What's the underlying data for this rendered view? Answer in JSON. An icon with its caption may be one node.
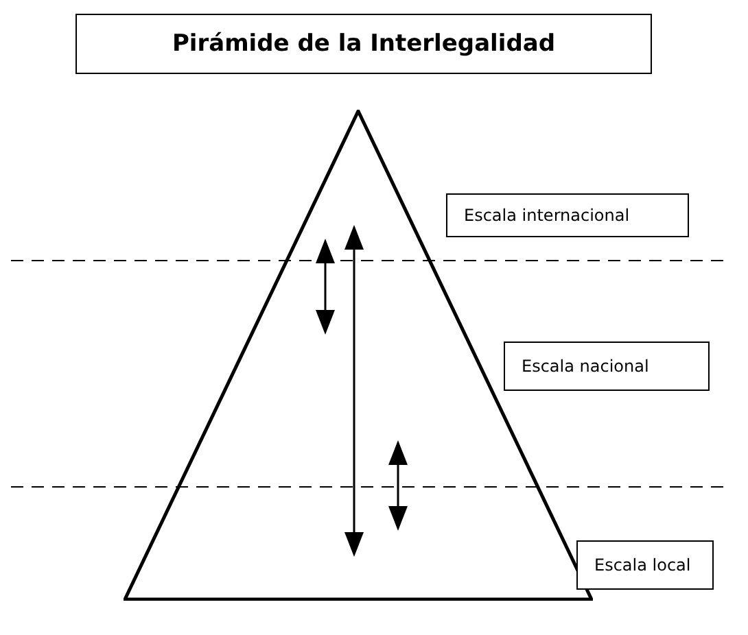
{
  "diagram": {
    "title": "Pirámide de la Interlegalidad",
    "nodes": [
      {
        "text": [],
        "shape": "triangle"
      },
      {
        "text": [
          "Escala internacional"
        ]
      },
      {
        "text": [
          "Escala nacional"
        ]
      },
      {
        "text": [
          "Escala local"
        ]
      }
    ]
  }
}
